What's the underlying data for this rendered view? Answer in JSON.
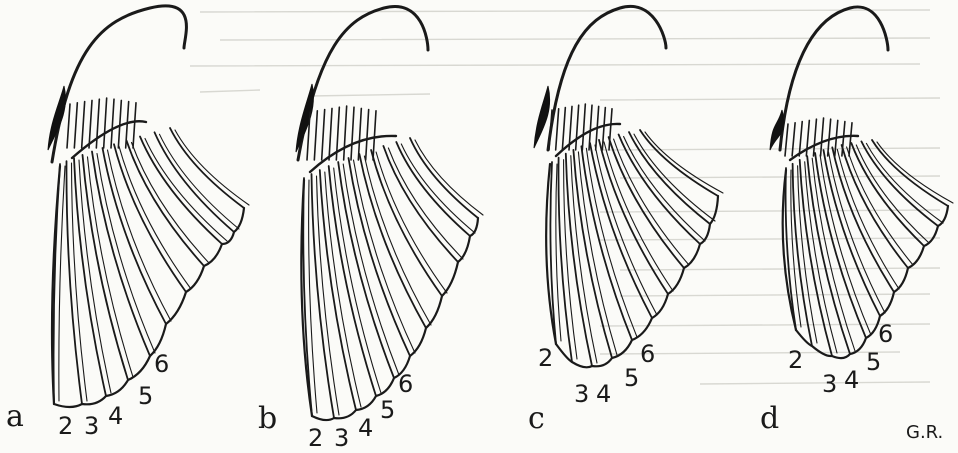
{
  "panels": [
    {
      "label": "a",
      "numbers": [
        "2",
        "3",
        "4",
        "5",
        "6"
      ]
    },
    {
      "label": "b",
      "numbers": [
        "2",
        "3",
        "4",
        "5",
        "6"
      ]
    },
    {
      "label": "c",
      "numbers": [
        "2",
        "3",
        "4",
        "5",
        "6"
      ]
    },
    {
      "label": "d",
      "numbers": [
        "2",
        "3",
        "4",
        "5",
        "6"
      ]
    }
  ],
  "signature": "G.R."
}
